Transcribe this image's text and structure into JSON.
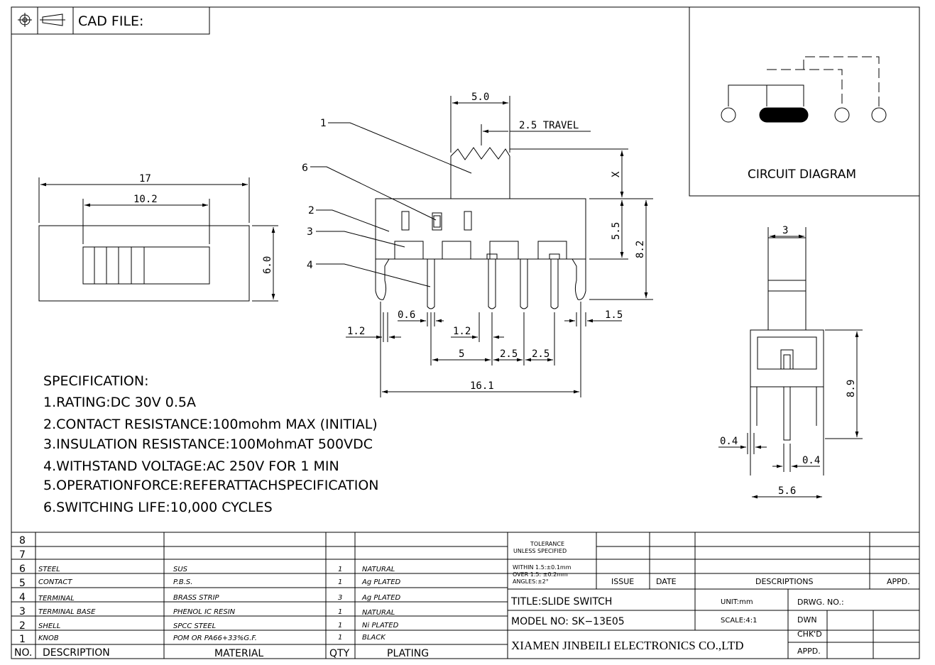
{
  "header": {
    "cad_label": "CAD FILE:"
  },
  "circuit": {
    "title": "CIRCUIT DIAGRAM"
  },
  "top_view": {
    "dim_17": "17",
    "dim_10_2": "10.2",
    "dim_6_0": "6.0"
  },
  "front_view": {
    "dim_5_0": "5.0",
    "dim_travel": "2.5 TRAVEL",
    "dim_x": "X",
    "dim_5_5": "5.5",
    "dim_8_2": "8.2",
    "dim_0_6": "0.6",
    "dim_1_2a": "1.2",
    "dim_1_2b": "1.2",
    "dim_5": "5",
    "dim_2_5a": "2.5",
    "dim_2_5b": "2.5",
    "dim_1_5": "1.5",
    "dim_16_1": "16.1",
    "callouts": [
      "1",
      "2",
      "3",
      "4",
      "6"
    ]
  },
  "side_view": {
    "dim_3": "3",
    "dim_8_9": "8.9",
    "dim_0_4a": "0.4",
    "dim_0_4b": "0.4",
    "dim_5_6": "5.6"
  },
  "spec": {
    "title": "SPECIFICATION:",
    "lines": [
      "1.RATING:DC  30V  0.5A",
      "2.CONTACT  RESISTANCE:100mohm  MAX  (INITIAL)",
      "3.INSULATION  RESISTANCE:100MohmAT  500VDC",
      "4.WITHSTAND  VOLTAGE:AC  250V  FOR  1  MIN",
      "5.OPERATIONFORCE:REFERATTACHSPECIFICATION",
      "6.SWITCHING  LIFE:10,000  CYCLES"
    ]
  },
  "bom": {
    "rows": [
      {
        "no": "8",
        "desc": "",
        "material": "",
        "qty": "",
        "plating": ""
      },
      {
        "no": "7",
        "desc": "",
        "material": "",
        "qty": "",
        "plating": ""
      },
      {
        "no": "6",
        "desc": "STEEL",
        "material": "SUS",
        "qty": "1",
        "plating": "NATURAL"
      },
      {
        "no": "5",
        "desc": "CONTACT",
        "material": "P.B.S.",
        "qty": "1",
        "plating": "Ag PLATED"
      },
      {
        "no": "4",
        "desc": "TERMINAL",
        "material": "BRASS STRIP",
        "qty": "3",
        "plating": "Ag PLATED"
      },
      {
        "no": "3",
        "desc": "TERMINAL BASE",
        "material": "PHENOL IC RESIN",
        "qty": "1",
        "plating": "NATURAL"
      },
      {
        "no": "2",
        "desc": "SHELL",
        "material": "SPCC STEEL",
        "qty": "1",
        "plating": "Ni PLATED"
      },
      {
        "no": "1",
        "desc": "KNOB",
        "material": "POM OR PA66+33%G.F.",
        "qty": "1",
        "plating": "BLACK"
      }
    ],
    "header": {
      "no": "NO.",
      "desc": "DESCRIPTION",
      "material": "MATERIAL",
      "qty": "QTY",
      "plating": "PLATING"
    }
  },
  "title_block": {
    "tolerance1": "TOLERANCE",
    "tolerance2": "UNLESS SPECIFIED",
    "within": "WITHIN 1.5:±0.1mm",
    "over": "OVER 1.5:  ±0.2mm",
    "angles": "ANGLES:±2°",
    "issue": "ISSUE",
    "date": "DATE",
    "descriptions": "DESCRIPTIONS",
    "appd": "APPD.",
    "title": "TITLE:SLIDE SWITCH",
    "unit": "UNIT:mm",
    "drwg": "DRWG. NO.:",
    "model": "MODEL NO: SK−13E05",
    "scale": "SCALE:4:1",
    "dwn": "DWN",
    "chkd": "CHK'D",
    "company": "XIAMEN JINBEILI ELECTRONICS CO.,LTD",
    "appd2": "APPD."
  }
}
